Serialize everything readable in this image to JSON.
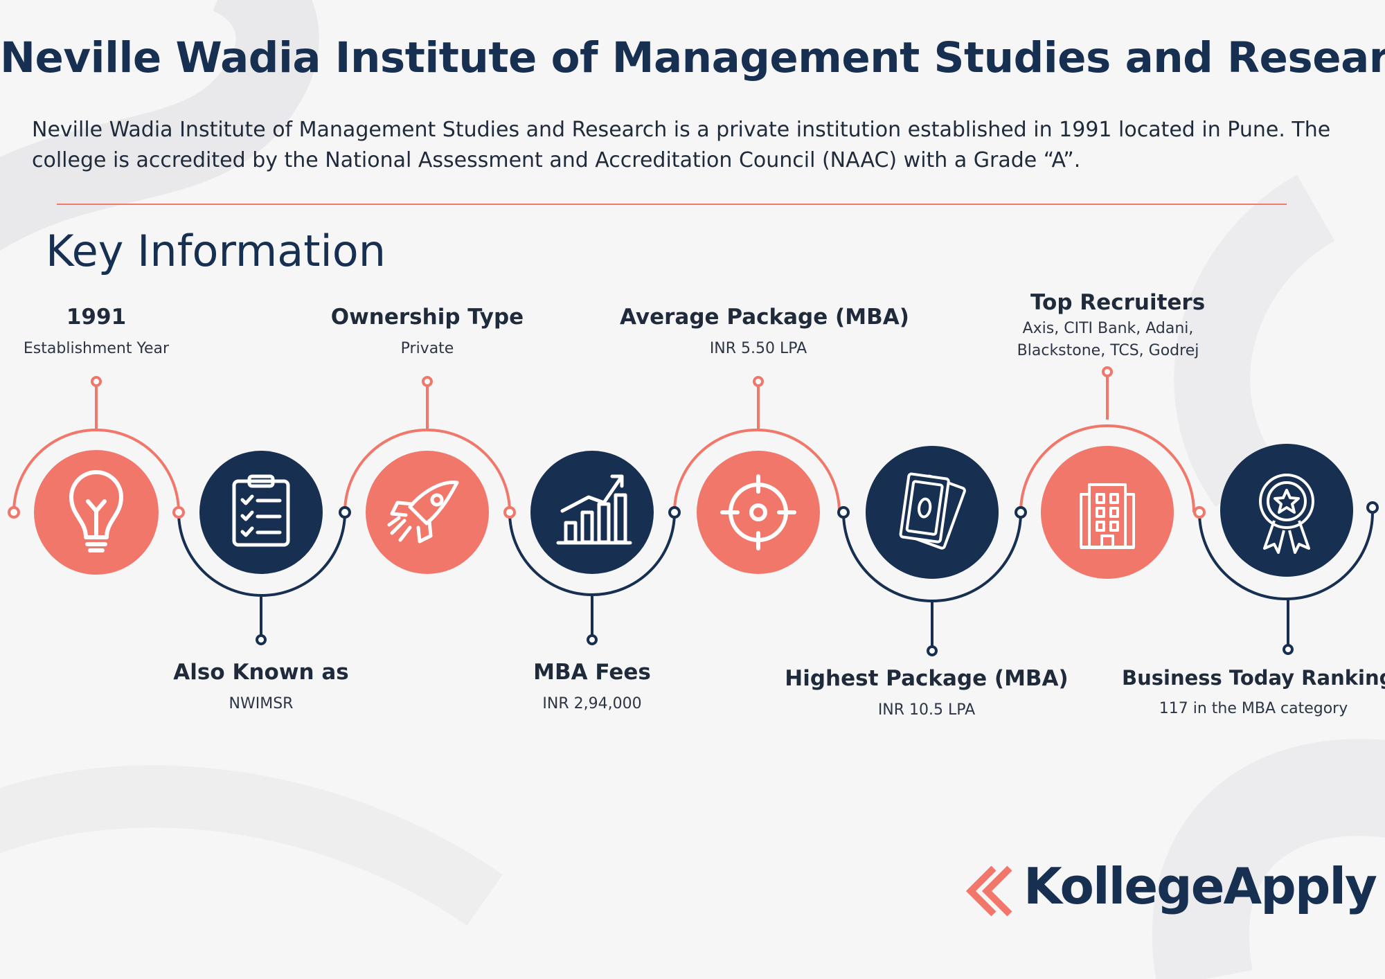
{
  "header": {
    "title": "Neville Wadia Institute of Management Studies and Research",
    "description_line1": "Neville Wadia Institute of Management Studies and Research is a private institution established in 1991 located in Pune. The",
    "description_line2": "college is accredited by the National Assessment and Accreditation Council (NAAC) with a Grade “A”."
  },
  "section_title": "Key Information",
  "colors": {
    "coral": "#f0776a",
    "navy": "#172f50",
    "text": "#1f2a3a"
  },
  "items": [
    {
      "heading": "1991",
      "sub": "Establishment Year",
      "icon": "lightbulb-icon",
      "color": "coral"
    },
    {
      "heading": "Also Known as",
      "sub": "NWIMSR",
      "icon": "clipboard-checklist-icon",
      "color": "navy"
    },
    {
      "heading": "Ownership Type",
      "sub": "Private",
      "icon": "rocket-icon",
      "color": "coral"
    },
    {
      "heading": "MBA Fees",
      "sub": "INR 2,94,000",
      "icon": "growth-chart-icon",
      "color": "navy"
    },
    {
      "heading": "Average Package (MBA)",
      "sub": "INR 5.50 LPA",
      "icon": "target-icon",
      "color": "coral"
    },
    {
      "heading": "Highest Package (MBA)",
      "sub": "INR 10.5 LPA",
      "icon": "money-icon",
      "color": "navy"
    },
    {
      "heading": "Top Recruiters",
      "sub": "Axis, CITI Bank, Adani,",
      "sub2": "Blackstone, TCS, Godrej",
      "icon": "office-building-icon",
      "color": "coral"
    },
    {
      "heading": "Business Today Ranking",
      "sub": "117 in the MBA category",
      "icon": "award-badge-icon",
      "color": "navy"
    }
  ],
  "brand": {
    "name": "KollegeApply",
    "icon": "kollegeapply-logo-icon"
  }
}
